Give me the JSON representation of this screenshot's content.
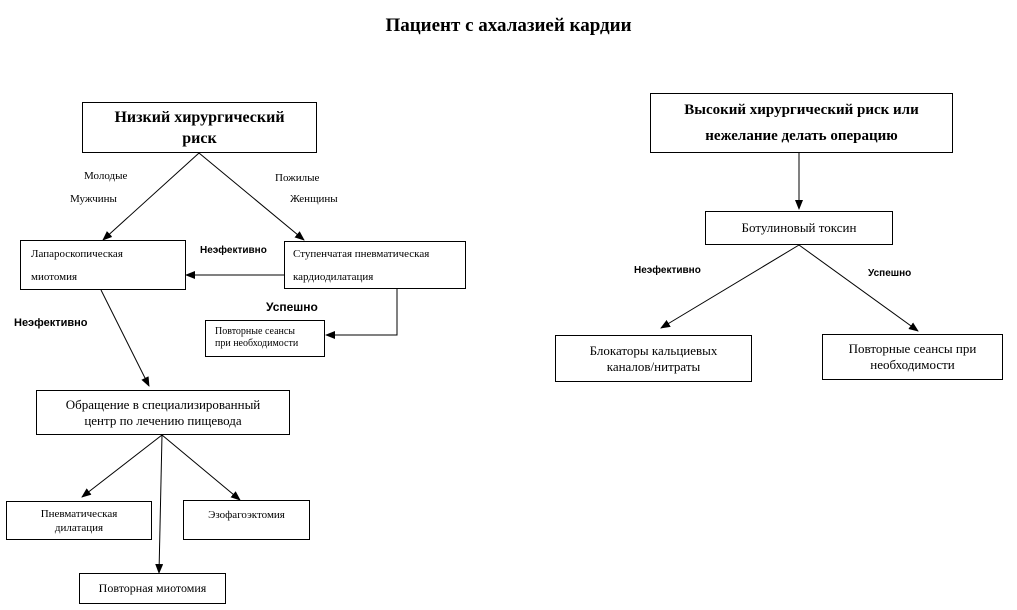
{
  "title": "Пациент с ахалазией кардии",
  "nodes": {
    "low_risk": {
      "line1": "Низкий хирургический",
      "line2": "риск"
    },
    "high_risk": {
      "line1": "Высокий хирургический риск или",
      "line2": "нежелание делать операцию"
    },
    "lap_myotomy": {
      "line1": "Лапароскопическая",
      "line2": "миотомия"
    },
    "pneumo_step": {
      "line1": "Ступенчатая пневматическая",
      "line2": "кардиодилатация"
    },
    "repeat_left": {
      "line1": "Повторные сеансы",
      "line2": "при необходимости"
    },
    "referral": {
      "line1": "Обращение в специализированный",
      "line2": "центр по лечению пищевода"
    },
    "pneumo_dil": {
      "line1": "Пневматическая",
      "line2": "дилатация"
    },
    "esophagectomy": {
      "line1": "Эзофагоэктомия"
    },
    "repeat_myotomy": {
      "line1": "Повторная миотомия"
    },
    "botulinum": {
      "line1": "Ботулиновый токсин"
    },
    "ccb": {
      "line1": "Блокаторы кальциевых",
      "line2": "каналов/нитраты"
    },
    "repeat_right": {
      "line1": "Повторные сеансы при",
      "line2": "необходимости"
    }
  },
  "edge_labels": {
    "young": "Молодые",
    "men": "Мужчины",
    "elderly": "Пожилые",
    "women": "Женщины",
    "ineffective_mid": "Неэфективно",
    "success_left": "Успешно",
    "ineffective_left": "Неэфективно",
    "ineffective_right": "Неэфективно",
    "success_right": "Успешно"
  }
}
